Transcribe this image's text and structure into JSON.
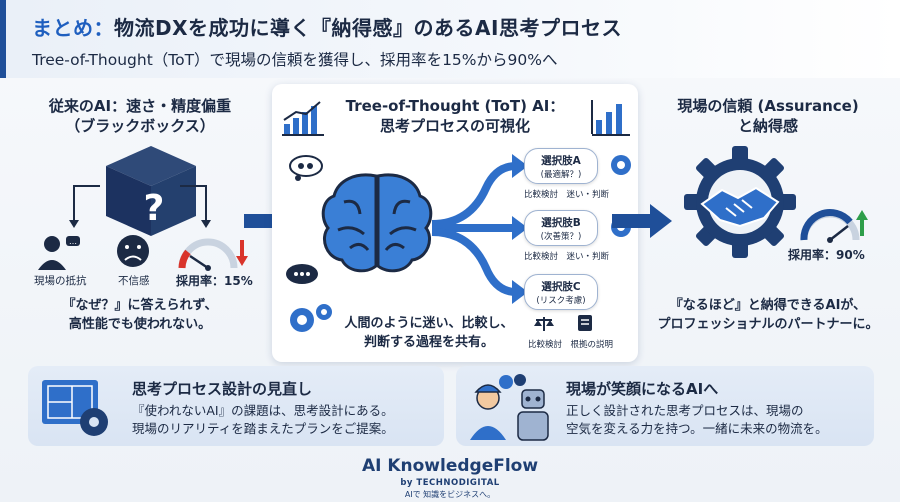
{
  "header": {
    "title_prefix": "まとめ：",
    "title_main": "物流DXを成功に導く『納得感』のあるAI思考プロセス",
    "subtitle": "Tree-of-Thought（ToT）で現場の信頼を獲得し、採用率を15%から90%へ"
  },
  "left": {
    "heading_line1": "従来のAI：速さ・精度偏重",
    "heading_line2": "（ブラックボックス）",
    "label_resistance": "現場の抵抗",
    "label_distrust": "不信感",
    "adoption_label": "採用率：15%",
    "adoption_value": 15,
    "desc_line1": "『なぜ？』に答えられず、",
    "desc_line2": "高性能でも使われない。"
  },
  "center": {
    "heading_line1": "Tree-of-Thought (ToT) AI：",
    "heading_line2": "思考プロセスの可視化",
    "options": [
      {
        "title": "選択肢A",
        "sub": "(最適解？)",
        "caption": "比較検討　迷い・判断"
      },
      {
        "title": "選択肢B",
        "sub": "(次善策？)",
        "caption": "比較検討　迷い・判断"
      },
      {
        "title": "選択肢C",
        "sub": "(リスク考慮)",
        "caption": "比較検討　根拠の説明"
      }
    ],
    "desc_line1": "人間のように迷い、比較し、",
    "desc_line2": "判断する過程を共有。"
  },
  "right": {
    "heading_line1": "現場の信頼 (Assurance)",
    "heading_line2": "と納得感",
    "adoption_label": "採用率：90%",
    "adoption_value": 90,
    "desc_line1": "『なるほど』と納得できるAIが、",
    "desc_line2": "プロフェッショナルのパートナーに。"
  },
  "cards": [
    {
      "title": "思考プロセス設計の見直し",
      "line1": "『使われないAI』の課題は、思考設計にある。",
      "line2": "現場のリアリティを踏まえたプランをご提案。"
    },
    {
      "title": "現場が笑顔になるAIへ",
      "line1": "正しく設計された思考プロセスは、現場の",
      "line2": "空気を変える力を持つ。一緒に未来の物流を。"
    }
  ],
  "footer": {
    "brand": "AI KnowledgeFlow",
    "by": "by TECHNODIGITAL",
    "tagline": "AIで 知識をビジネスへ。"
  },
  "colors": {
    "navy": "#1c2a44",
    "accent_blue": "#1f5fbf",
    "danger_red": "#d9342b",
    "success_green": "#2e9e4a"
  }
}
